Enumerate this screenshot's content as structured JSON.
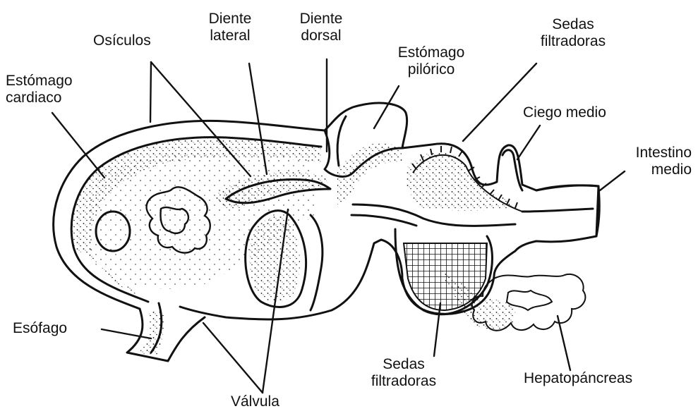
{
  "figure": {
    "labels": {
      "osiculos": "Osículos",
      "diente_lateral_1": "Diente",
      "diente_lateral_2": "lateral",
      "diente_dorsal_1": "Diente",
      "diente_dorsal_2": "dorsal",
      "estomago_cardiaco_1": "Estómago",
      "estomago_cardiaco_2": "cardiaco",
      "estomago_pilorico_1": "Estómago",
      "estomago_pilorico_2": "pilórico",
      "sedas_top_1": "Sedas",
      "sedas_top_2": "filtradoras",
      "ciego_medio": "Ciego medio",
      "intestino_medio_1": "Intestino",
      "intestino_medio_2": "medio",
      "esofago": "Esófago",
      "sedas_bottom_1": "Sedas",
      "sedas_bottom_2": "filtradoras",
      "hepatopancreas": "Hepatopáncreas",
      "valvula": "Válvula"
    },
    "colors": {
      "ink": "#111111",
      "paper": "#ffffff"
    }
  }
}
